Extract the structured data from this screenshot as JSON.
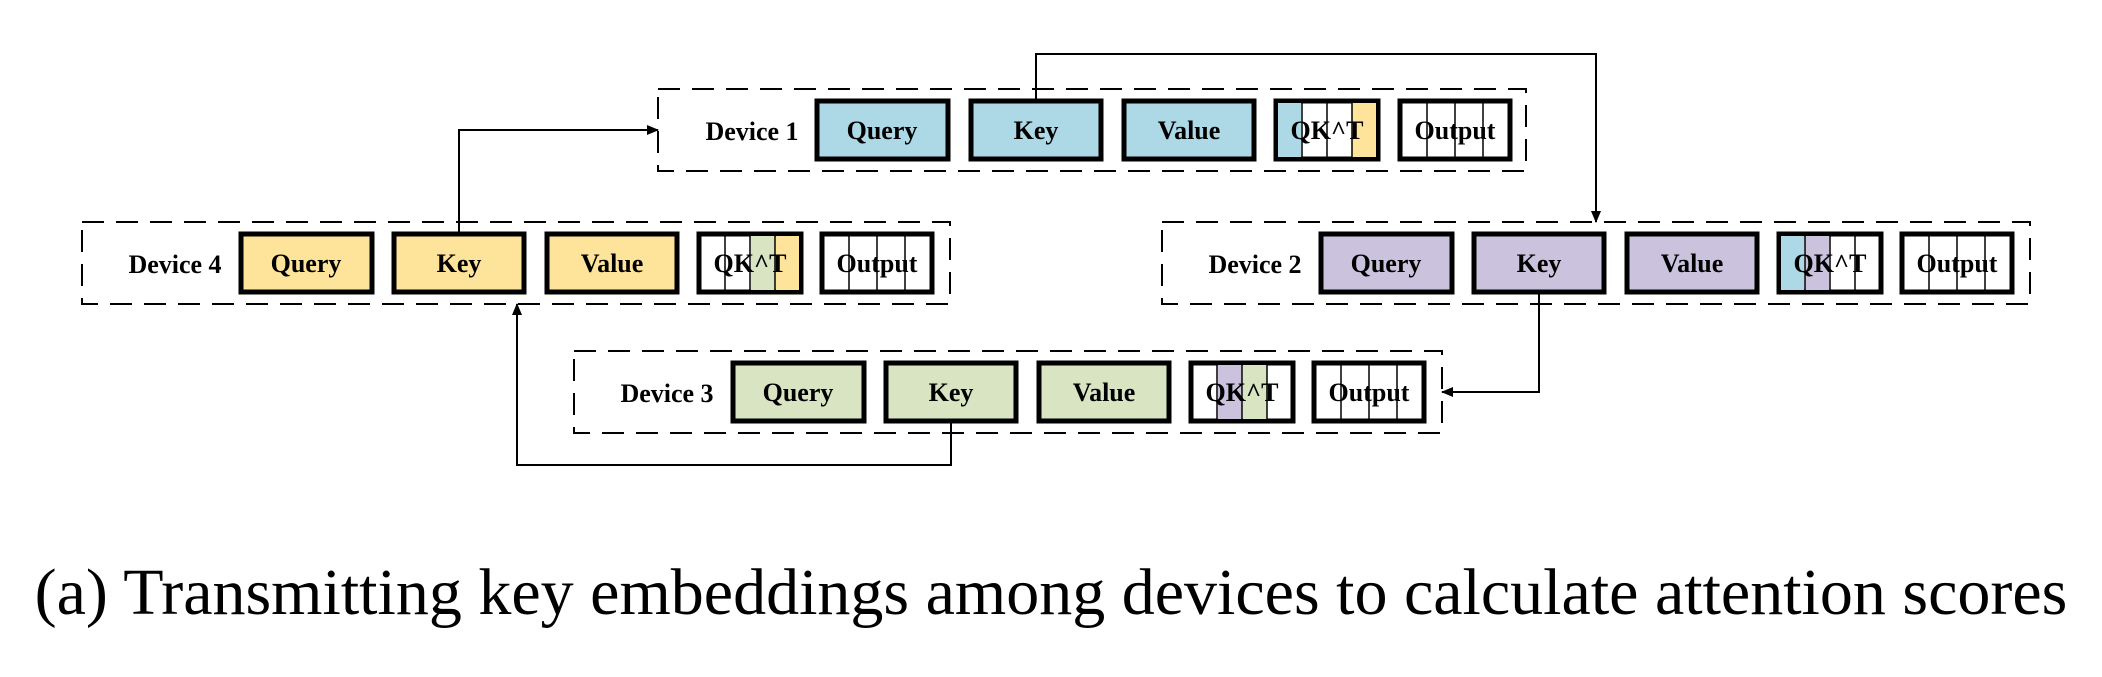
{
  "colors": {
    "device_1": "#add8e6",
    "device_2": "#cbc3dd",
    "device_3": "#d8e4c2",
    "device_4": "#fde49a",
    "qkt_fill_device_1": "#fde49a",
    "qkt_fill_device_2": "#cbc3dd",
    "qkt_fill_device_3": "#d8e4c2",
    "qkt_fill_device_4": "#cbc3dd"
  },
  "devices": [
    {
      "label": "Device 1",
      "query": "Query",
      "key": "Key",
      "value": "Value",
      "qkt": "QK^T",
      "output": "Output"
    },
    {
      "label": "Device 2",
      "query": "Query",
      "key": "Key",
      "value": "Value",
      "qkt": "QK^T",
      "output": "Output"
    },
    {
      "label": "Device 3",
      "query": "Query",
      "key": "Key",
      "value": "Value",
      "qkt": "QK^T",
      "output": "Output"
    },
    {
      "label": "Device 4",
      "query": "Query",
      "key": "Key",
      "value": "Value",
      "qkt": "QK^T",
      "output": "Output"
    }
  ],
  "caption": "(a) Transmitting key embeddings among devices to calculate attention scores"
}
